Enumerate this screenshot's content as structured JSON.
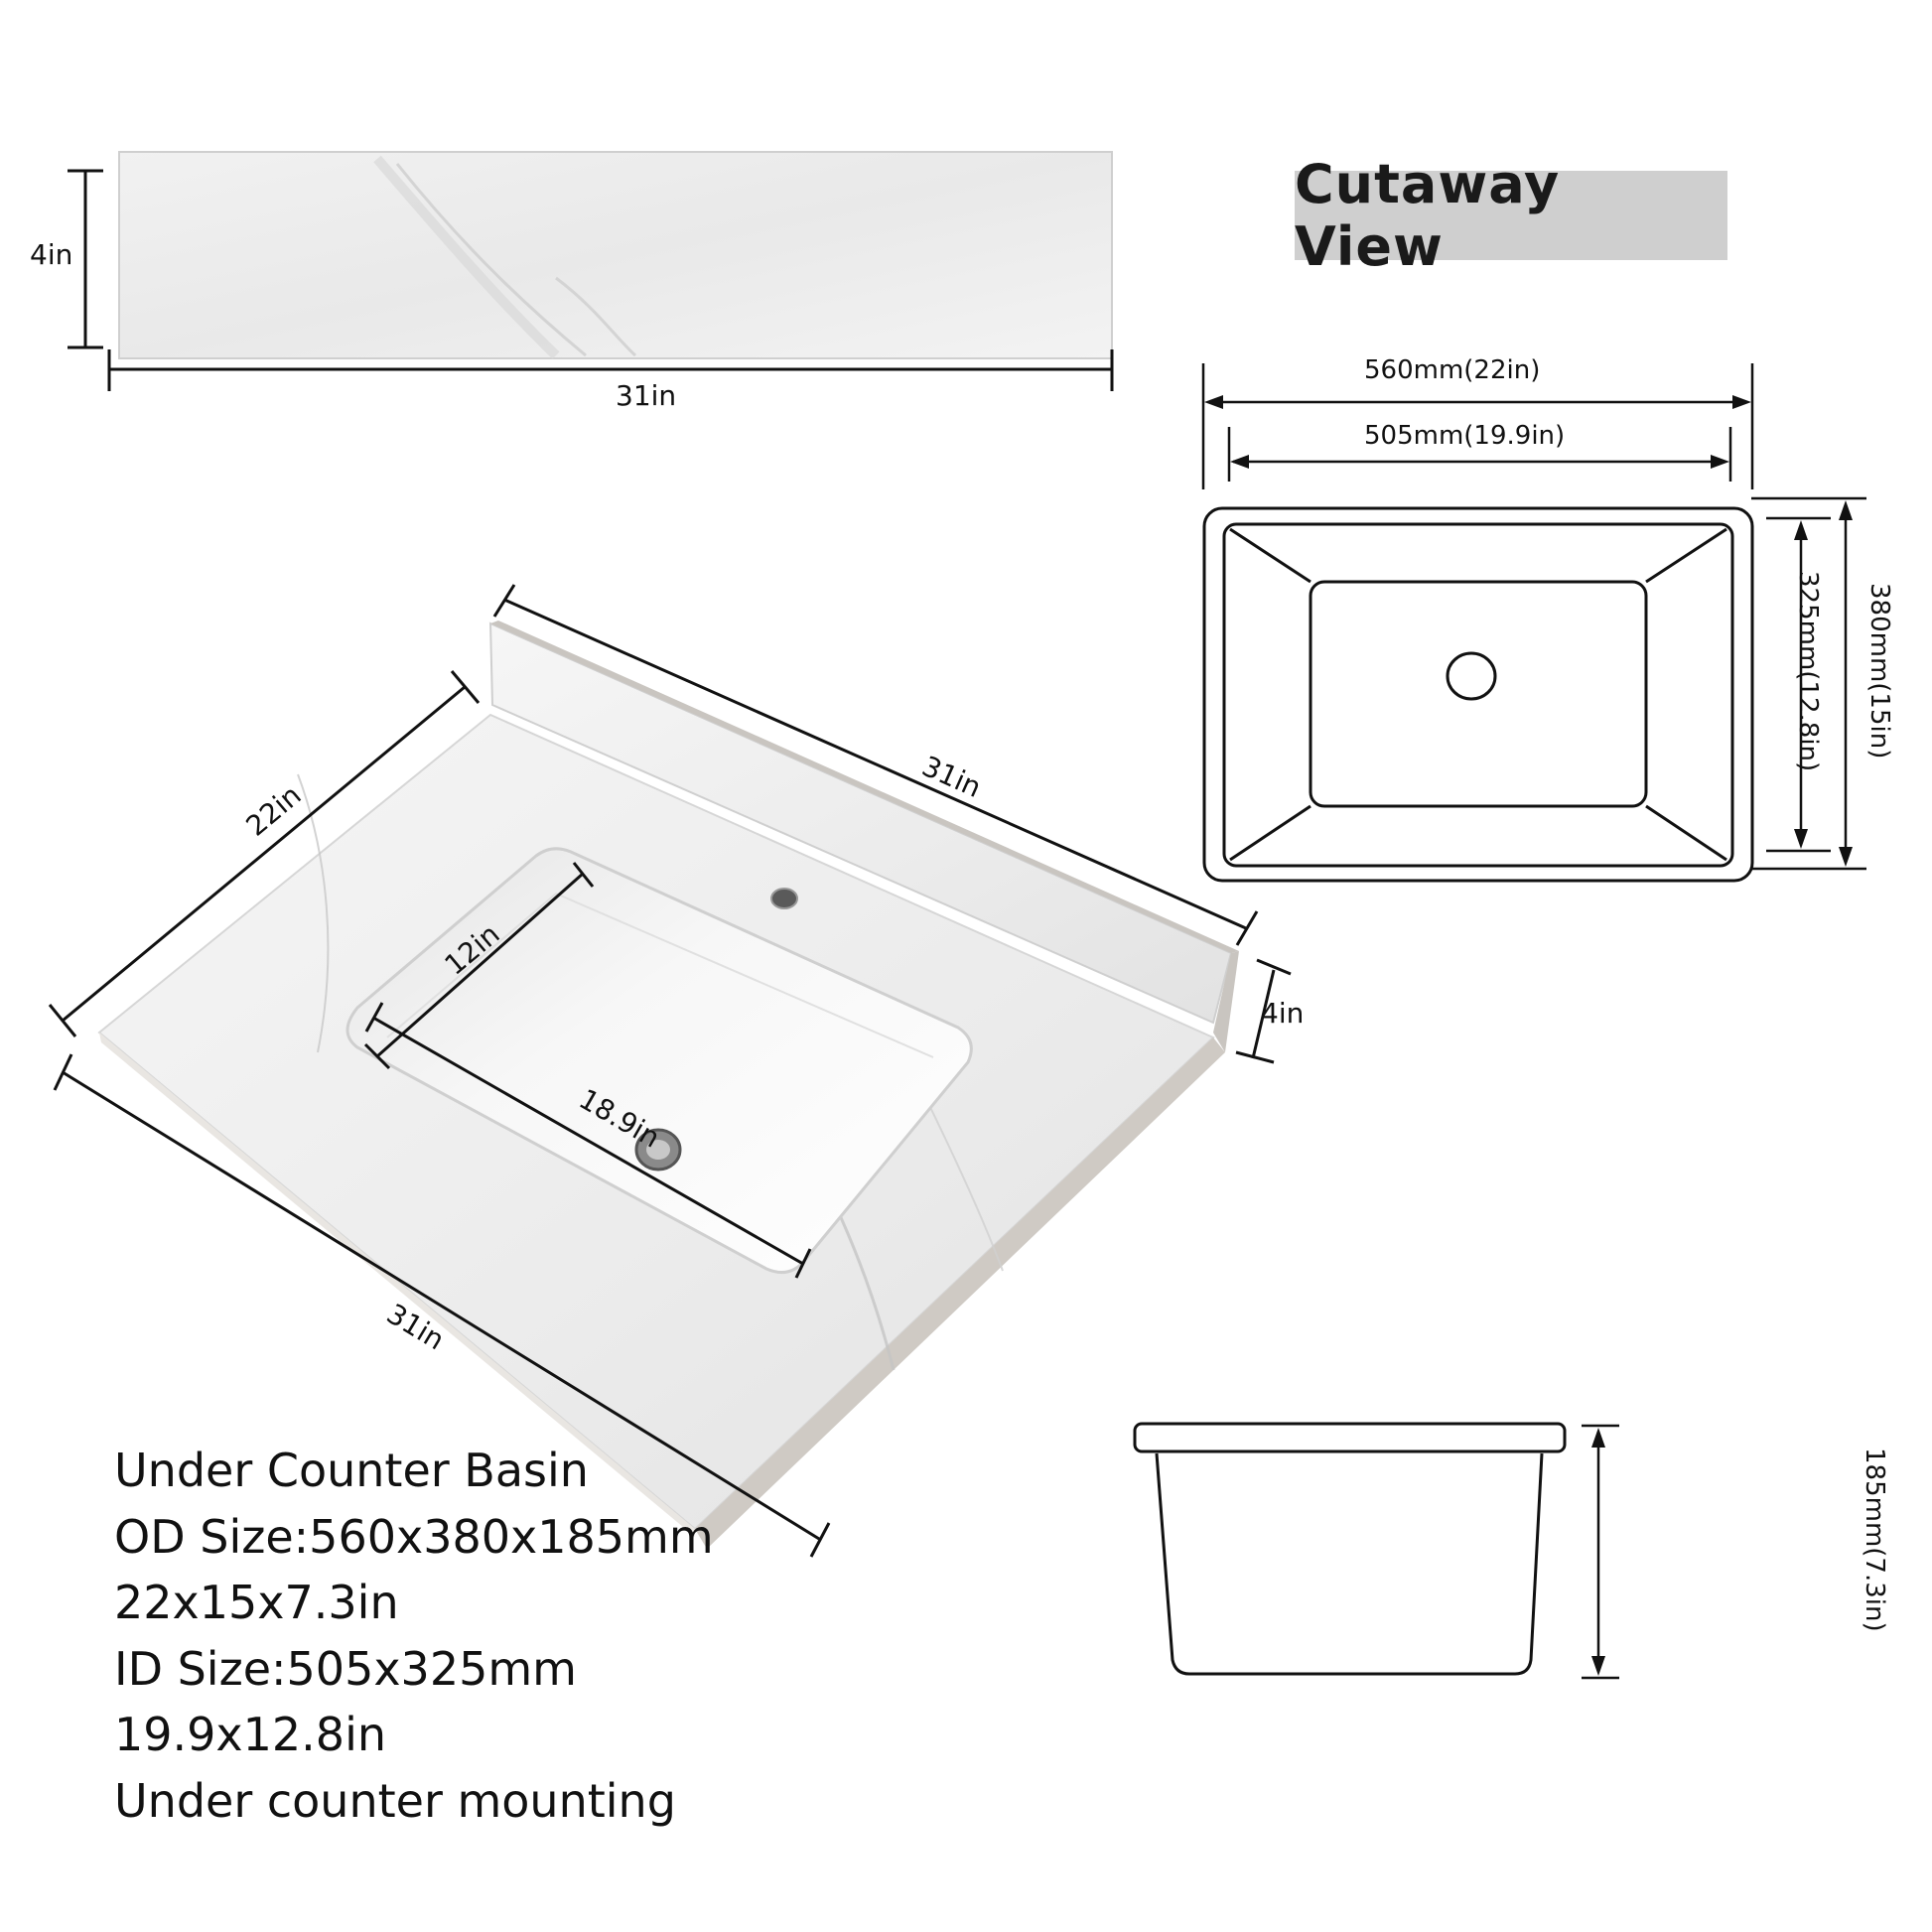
{
  "backsplash": {
    "height_label": "4in",
    "width_label": "31in"
  },
  "countertop_3d": {
    "backsplash_length_label": "31in",
    "depth_label": "22in",
    "front_length_label": "31in",
    "backsplash_height_label": "4in",
    "basin_depth_label": "12in",
    "basin_length_label": "18.9in"
  },
  "cutaway": {
    "title": "Cutaway View",
    "outer_width_label": "560mm(22in)",
    "inner_width_label": "505mm(19.9in)",
    "outer_length_label": "380mm(15in)",
    "inner_length_label": "325mm(12.8in)",
    "height_label": "185mm(7.3in)"
  },
  "specs": [
    "Under Counter Basin",
    "OD Size:560x380x185mm",
    "22x15x7.3in",
    "ID Size:505x325mm",
    "19.9x12.8in",
    "Under counter mounting"
  ],
  "colors": {
    "line": "#111111",
    "marble": "#ececec",
    "title_bg": "#cfcfcf"
  }
}
